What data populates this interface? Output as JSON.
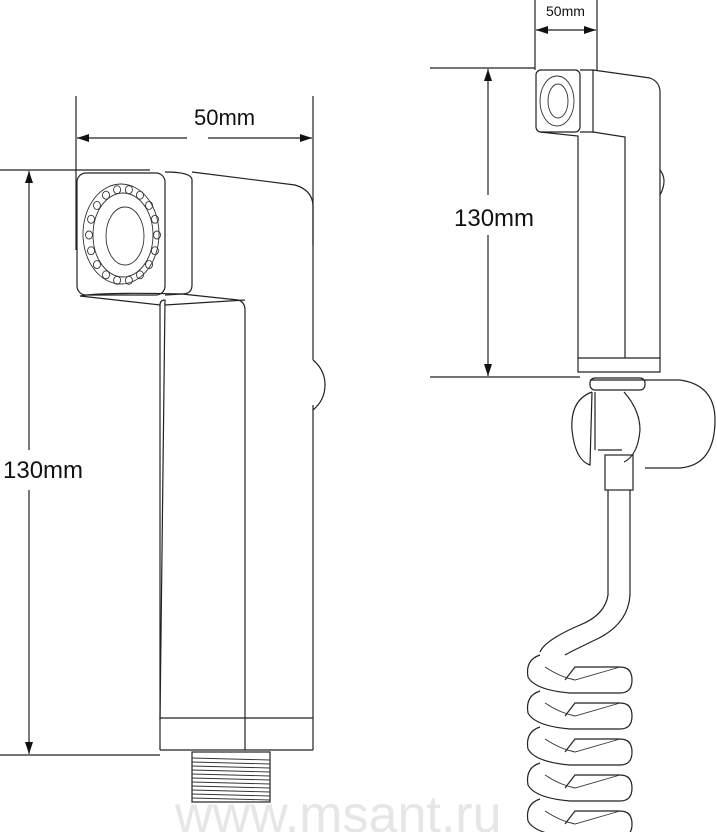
{
  "left_view": {
    "width_label": "50mm",
    "height_label": "130mm"
  },
  "right_view": {
    "width_label": "50mm",
    "height_label": "130mm"
  },
  "watermark": "www.msant.ru",
  "colors": {
    "line": "#222222",
    "watermark": "#e6e6e6"
  }
}
